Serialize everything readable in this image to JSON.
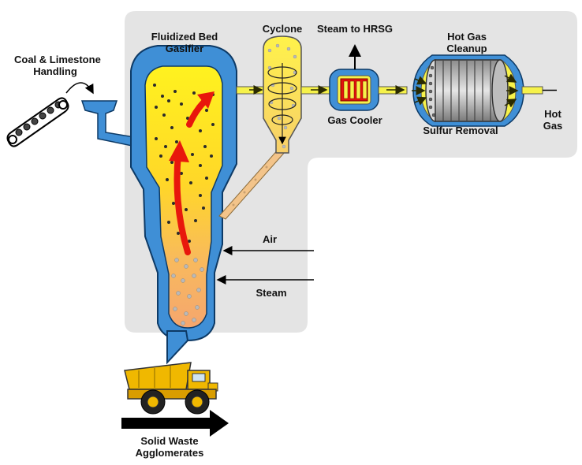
{
  "labels": {
    "coal_limestone": [
      "Coal & Limestone",
      "Handling"
    ],
    "gasifier": [
      "Fluidized Bed",
      "Gasifier"
    ],
    "cyclone": "Cyclone",
    "steam_to_hrsg": "Steam to HRSG",
    "hot_gas_cleanup": [
      "Hot Gas",
      "Cleanup"
    ],
    "gas_cooler": "Gas Cooler",
    "sulfur_removal": "Sulfur Removal",
    "hot_gas": [
      "Hot",
      "Gas"
    ],
    "air": "Air",
    "steam": "Steam",
    "solid_waste": [
      "Solid Waste",
      "Agglomerates"
    ]
  },
  "colors": {
    "background_panel": "#e4e4e4",
    "vessel_blue": "#3f8fd6",
    "bed_yellow": "#ffe21a",
    "bed_orange": "#f7ad5a",
    "flow_arrow_red": "#e8170c",
    "pipe_yellow": "#f6f24a",
    "cooler_red": "#e3140c",
    "truck_yellow": "#f0b800"
  },
  "icons": [
    "conveyor-icon",
    "dump-truck-icon",
    "flow-arrow-icon",
    "cyclone-swirl-icon"
  ]
}
